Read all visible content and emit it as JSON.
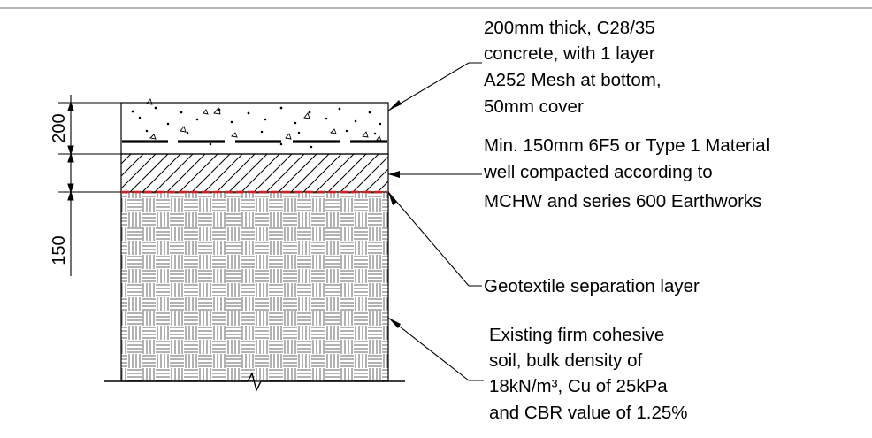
{
  "dimensions": {
    "concrete_thickness": "200",
    "subbase_thickness": "150"
  },
  "notes": {
    "concrete": [
      "200mm thick, C28/35",
      "concrete, with 1 layer",
      "A252 Mesh at bottom,",
      "50mm cover"
    ],
    "subbase": [
      "Min. 150mm 6F5 or Type 1 Material",
      "well compacted according to",
      "MCHW and series 600 Earthworks"
    ],
    "geotextile": [
      "Geotextile separation layer"
    ],
    "soil": [
      "Existing firm cohesive",
      "soil, bulk density of",
      "18kN/m³, Cu of 25kPa",
      "and CBR value of 1.25%"
    ]
  },
  "colors": {
    "geotextile_line": "#d42020",
    "line": "#000000",
    "frame": "#8a8a8a"
  }
}
